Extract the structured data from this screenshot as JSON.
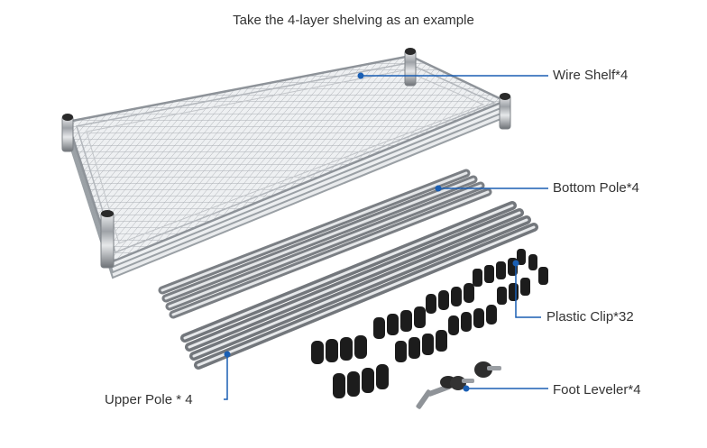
{
  "caption": "Take the 4-layer shelving as an example",
  "labels": {
    "wire_shelf": "Wire Shelf*4",
    "bottom_pole": "Bottom Pole*4",
    "plastic_clip": "Plastic Clip*32",
    "foot_leveler": "Foot Leveler*4",
    "upper_pole": "Upper Pole * 4"
  },
  "colors": {
    "callout": "#1a5fb4",
    "text": "#333333",
    "chrome": "#b9bcc0",
    "clip": "#1c1c1c"
  }
}
